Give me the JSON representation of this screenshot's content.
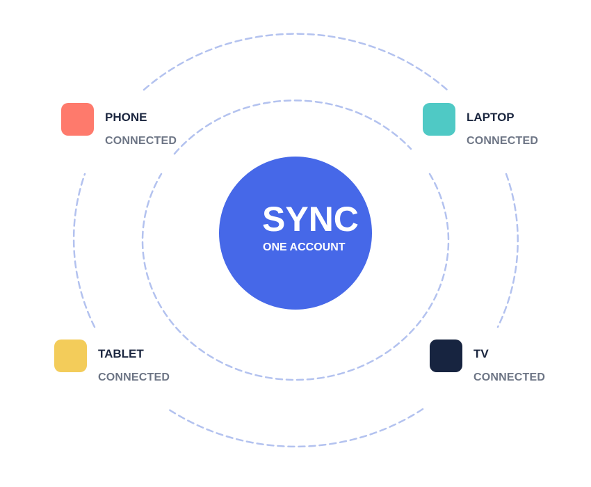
{
  "hub": {
    "title": "SYNC",
    "subtitle": "ONE ACCOUNT",
    "color": "#4668e8"
  },
  "ring_color": "#b3c2ef",
  "devices": [
    {
      "name": "PHONE",
      "status": "CONNECTED",
      "color": "#fe7a6c"
    },
    {
      "name": "LAPTOP",
      "status": "CONNECTED",
      "color": "#4fc9c5"
    },
    {
      "name": "TABLET",
      "status": "CONNECTED",
      "color": "#f3cc5a"
    },
    {
      "name": "TV",
      "status": "CONNECTED",
      "color": "#172440"
    }
  ]
}
